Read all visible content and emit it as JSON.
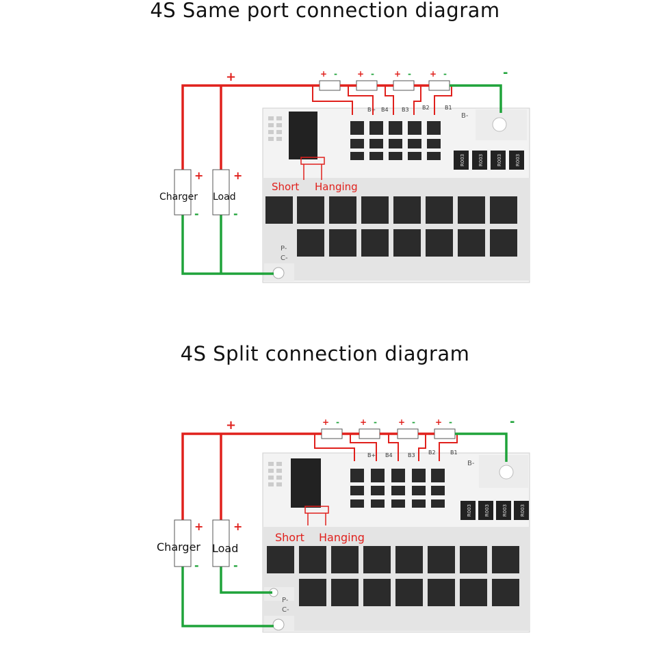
{
  "diagrams": [
    {
      "title": "4S Same port connection diagram",
      "charger": "Charger",
      "load": "Load",
      "short": "Short",
      "hanging": "Hanging",
      "plus": "+",
      "minus": "-",
      "board_labels": {
        "b_plus": "B+",
        "b4": "B4",
        "b3": "B3",
        "b2": "B2",
        "b1": "B1",
        "b_minus": "B-",
        "p_minus": "P-",
        "c_minus": "C-"
      },
      "resistor_codes": [
        "R003",
        "R003",
        "R003",
        "R003"
      ],
      "cell_polarity": [
        "+ -",
        "+ -",
        "+ -",
        "+ -"
      ]
    },
    {
      "title": "4S Split connection diagram",
      "charger": "Charger",
      "load": "Load",
      "short": "Short",
      "hanging": "Hanging",
      "plus": "+",
      "minus": "-",
      "board_labels": {
        "b_plus": "B+",
        "b4": "B4",
        "b3": "B3",
        "b2": "B2",
        "b1": "B1",
        "b_minus": "B-",
        "p_minus": "P-",
        "c_minus": "C-"
      },
      "resistor_codes": [
        "R003",
        "R003",
        "R003",
        "R003"
      ],
      "cell_polarity": [
        "+ -",
        "+ -",
        "+ -",
        "+ -"
      ]
    }
  ],
  "colors": {
    "positive": "#e0201c",
    "negative": "#1fa33a",
    "board": "#f4f4f4",
    "mosfet": "#2a2a2a"
  }
}
